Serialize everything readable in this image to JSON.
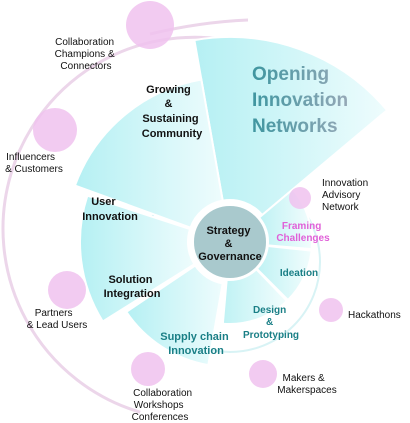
{
  "title": {
    "lines": [
      "Opening",
      "Innovation",
      "Networks"
    ]
  },
  "center": {
    "lines": [
      "Strategy",
      "&",
      "Governance"
    ]
  },
  "outer_segments": [
    {
      "id": "growing",
      "lines": [
        "Growing",
        "&",
        "Sustaining",
        "Community"
      ]
    },
    {
      "id": "user",
      "lines": [
        "User",
        "Innovation"
      ]
    },
    {
      "id": "solution",
      "lines": [
        "Solution",
        "Integration"
      ]
    },
    {
      "id": "supply",
      "lines": [
        "Supply chain",
        "Innovation"
      ]
    }
  ],
  "inner_segments": [
    {
      "id": "framing",
      "lines": [
        "Framing",
        "Challenges"
      ]
    },
    {
      "id": "ideation",
      "lines": [
        "Ideation"
      ]
    },
    {
      "id": "design",
      "lines": [
        "Design",
        "&",
        "Prototyping"
      ]
    }
  ],
  "external_nodes": [
    {
      "id": "champions",
      "lines": [
        "Collaboration",
        "Champions &",
        "Connectors"
      ]
    },
    {
      "id": "influencers",
      "lines": [
        "Influencers",
        "& Customers"
      ]
    },
    {
      "id": "partners",
      "lines": [
        "Partners",
        "& Lead Users"
      ]
    },
    {
      "id": "workshops",
      "lines": [
        "Collaboration",
        "Workshops",
        "Conferences"
      ]
    },
    {
      "id": "makers",
      "lines": [
        "Makers &",
        "Makerspaces"
      ]
    },
    {
      "id": "hackathons",
      "lines": [
        "Hackathons"
      ]
    },
    {
      "id": "advisory",
      "lines": [
        "Innovation",
        "Advisory",
        "Network"
      ]
    }
  ],
  "colors": {
    "segment_fill": "#ccf5f7",
    "segment_edge": "#7fe0e6",
    "circle_pink": "#f0c2ee",
    "hub_fill": "#a9c9cd",
    "title_teal": "#3f96a0",
    "title_pink": "#e06ad8",
    "framing_pink": "#e060d8",
    "inner_teal": "#1a7f86"
  }
}
